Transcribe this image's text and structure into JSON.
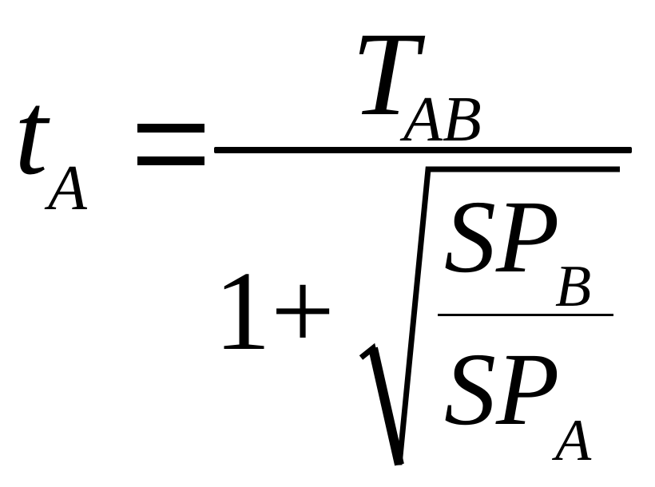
{
  "formula": {
    "lhs": {
      "symbol": "t",
      "subscript": "A"
    },
    "equals": "=",
    "numerator": {
      "symbol": "T",
      "subscript": "AB"
    },
    "denominator": {
      "lead": "1+",
      "radicand": {
        "numerator": {
          "symbol": "SP",
          "subscript": "B"
        },
        "denominator": {
          "symbol": "SP",
          "subscript": "A"
        }
      }
    }
  }
}
